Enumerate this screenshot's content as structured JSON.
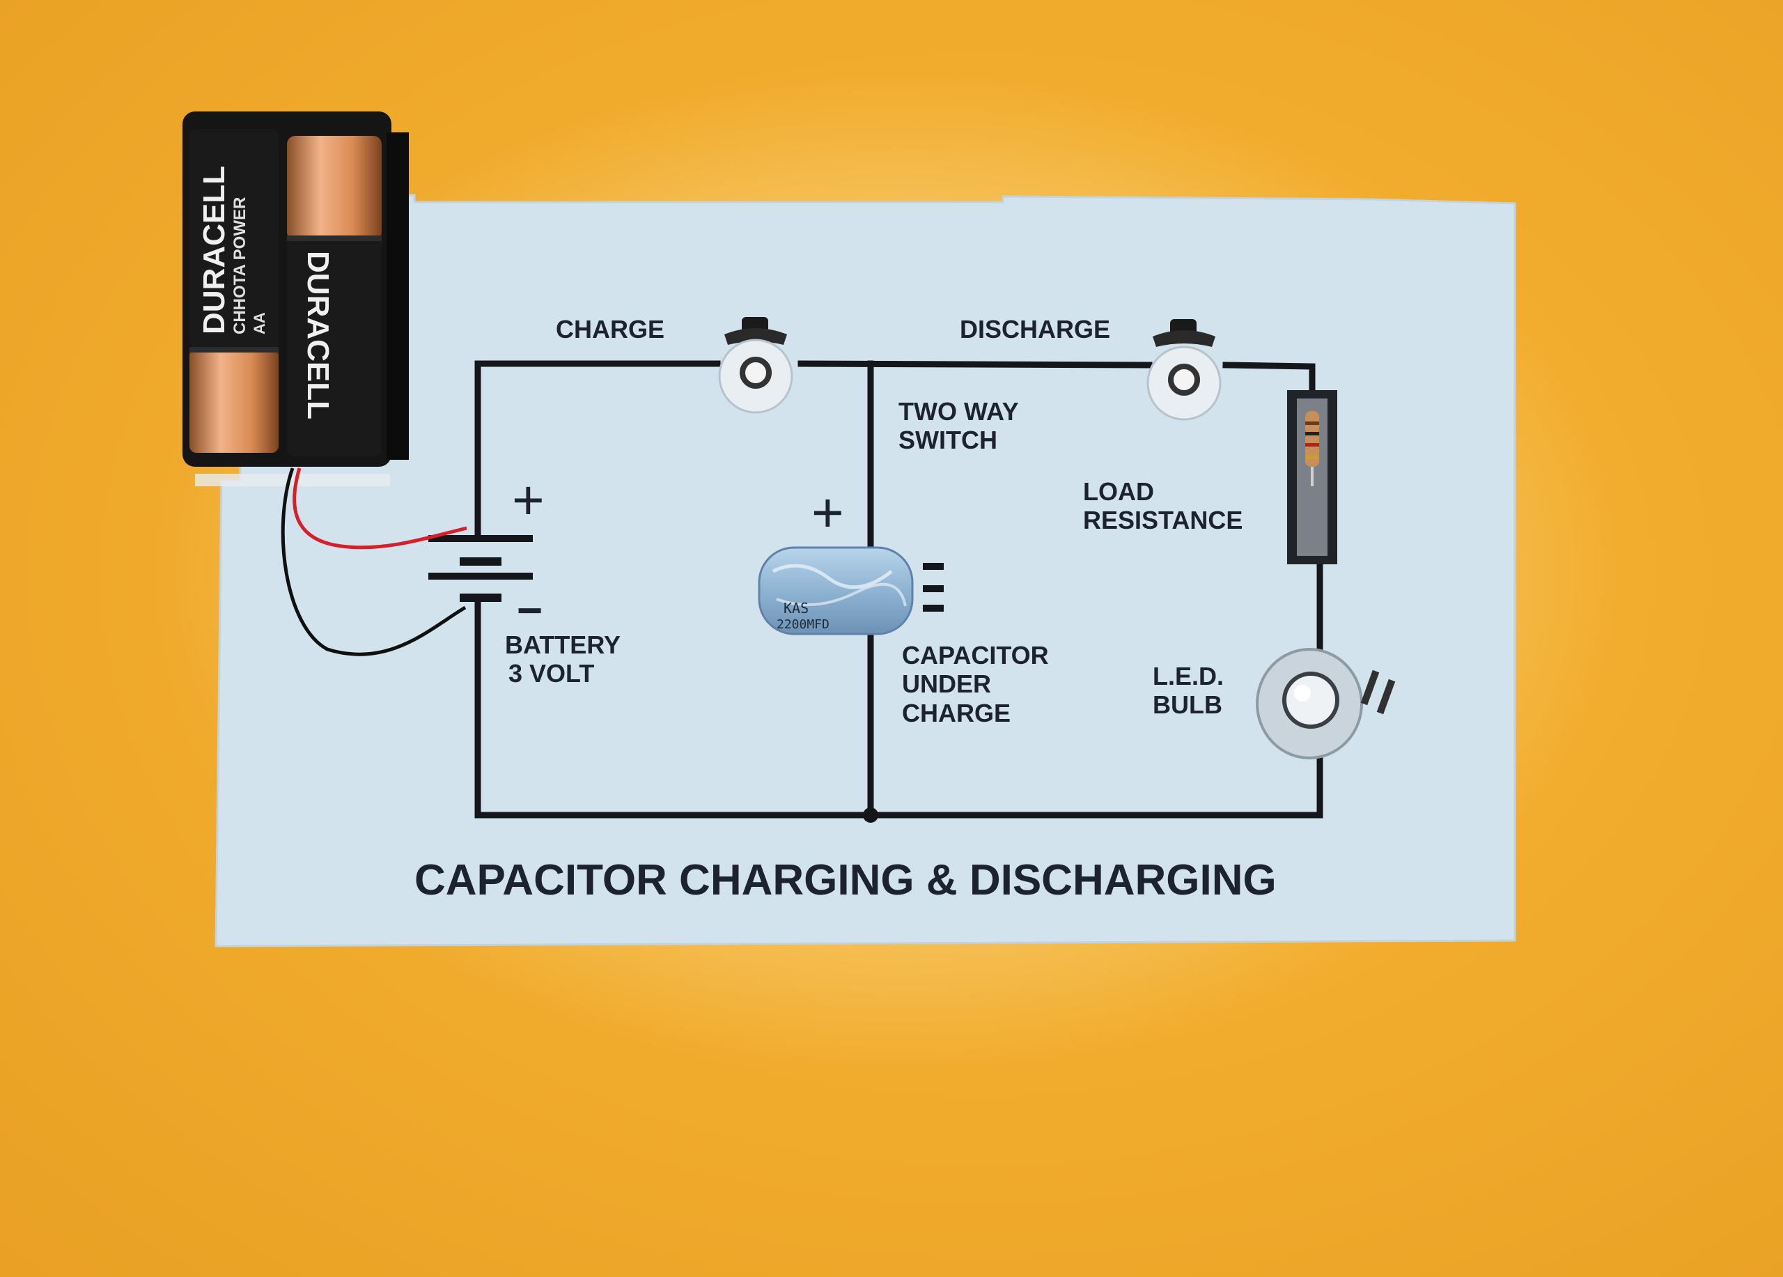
{
  "board": {
    "title": "CAPACITOR CHARGING & DISCHARGING",
    "labels": {
      "charge": "CHARGE",
      "discharge": "DISCHARGE",
      "two_way_switch": [
        "TWO WAY",
        "SWITCH"
      ],
      "load_resistance": [
        "LOAD",
        "RESISTANCE"
      ],
      "battery": [
        "BATTERY",
        "3 VOLT"
      ],
      "capacitor": [
        "CAPACITOR",
        "UNDER",
        "CHARGE"
      ],
      "led": [
        "L.E.D.",
        "BULB"
      ],
      "plus_sign": "+",
      "minus_sign": "−"
    }
  },
  "battery_pack": {
    "cell_1": {
      "brand": "DURACELL",
      "line1": "CHHOTA POWER",
      "line2": "AA"
    },
    "cell_2": {
      "brand": "DURACELL"
    }
  },
  "capacitor_part": {
    "marking_1": "KAS",
    "marking_2": "2200MFD"
  },
  "colors": {
    "background": "#f2ad2e",
    "board": "#d3e3ee",
    "ink": "#14161c",
    "wire_red": "#d81e28",
    "wire_black": "#101010",
    "battery_copper": "#d98a52"
  }
}
